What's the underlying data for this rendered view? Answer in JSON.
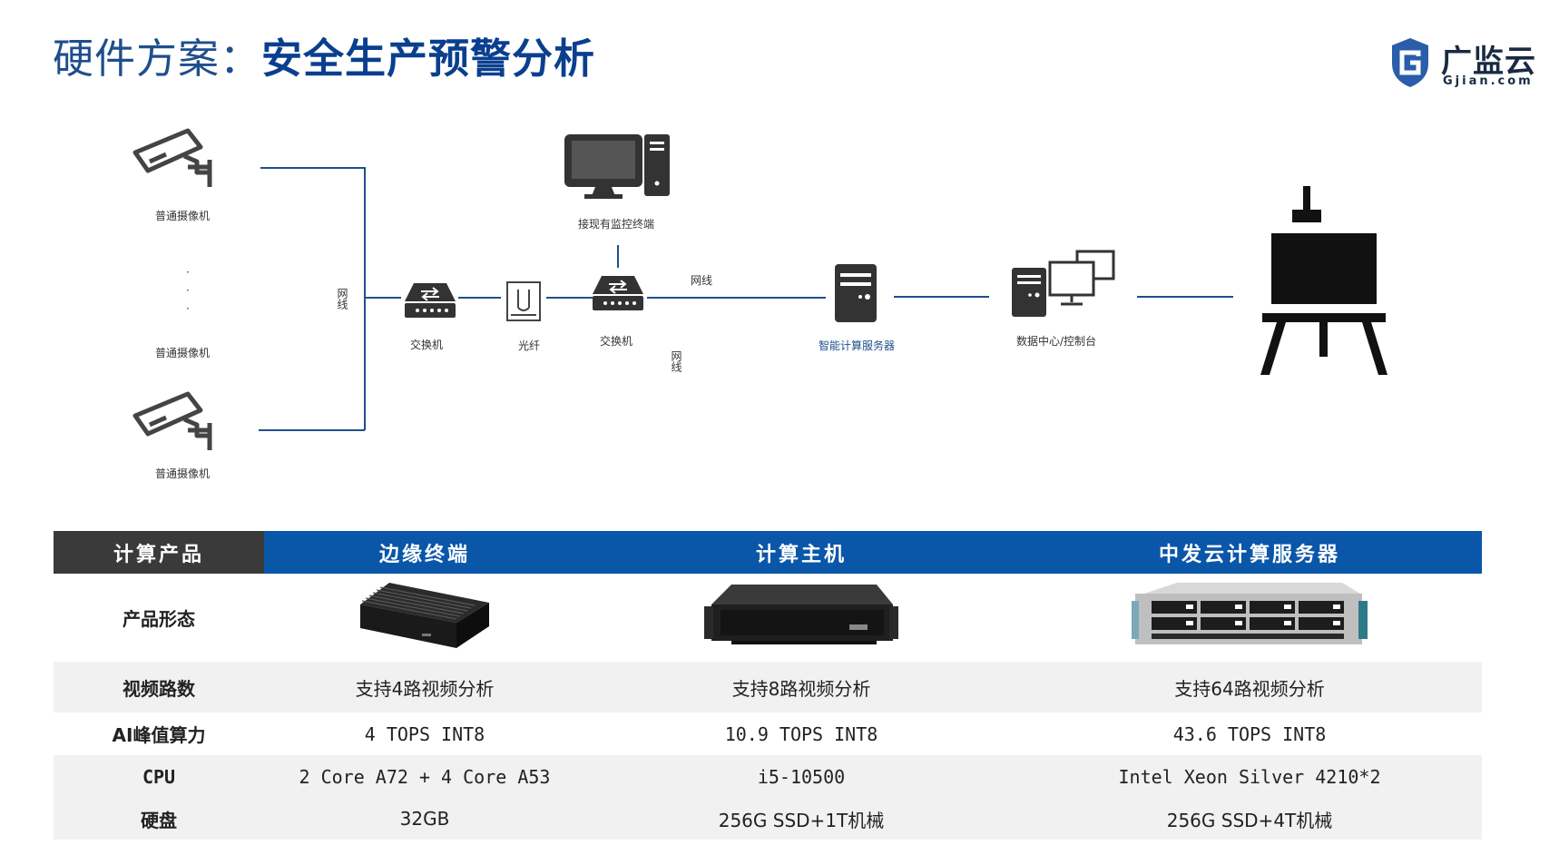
{
  "title": {
    "main": "硬件方案",
    "sep": "：",
    "bold": "安全生产预警分析"
  },
  "logo": {
    "cn": "广监云",
    "en": "Gjian.com",
    "color": "#2a5daa"
  },
  "diagram": {
    "camera_label_1": "普通摄像机",
    "camera_label_2": "普通摄像机",
    "camera_label_3": "普通摄像机",
    "cable_left": "网线",
    "switch_1": "交换机",
    "fiber": "光纤",
    "switch_2": "交换机",
    "monitor_terminal": "接现有监控终端",
    "cable_top": "网线",
    "cable_bottom": "网线",
    "smart_server": "智能计算服务器",
    "data_center": "数据中心/控制台",
    "line_color": "#1f4e8c"
  },
  "table": {
    "headers": [
      "计算产品",
      "边缘终端",
      "计算主机",
      "中发云计算服务器"
    ],
    "rows": [
      {
        "label": "产品形态"
      },
      {
        "label": "视频路数",
        "cells": [
          "支持4路视频分析",
          "支持8路视频分析",
          "支持64路视频分析"
        ]
      },
      {
        "label": "AI峰值算力",
        "cells": [
          "4 TOPS INT8",
          "10.9 TOPS INT8",
          "43.6 TOPS INT8"
        ]
      },
      {
        "label": "CPU",
        "cells": [
          "2 Core A72 + 4 Core A53",
          "i5-10500",
          "Intel Xeon Silver 4210*2"
        ]
      },
      {
        "label": "硬盘",
        "cells": [
          "32GB",
          "256G SSD+1T机械",
          "256G SSD+4T机械"
        ]
      }
    ],
    "header_dark": "#3a3a3a",
    "header_blue": "#0a56a8"
  }
}
